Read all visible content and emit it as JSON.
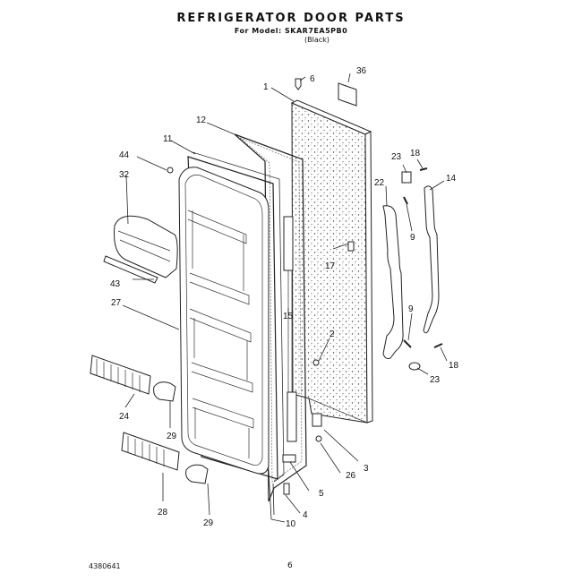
{
  "header": {
    "title": "REFRIGERATOR DOOR PARTS",
    "model": "For Model: SKAR7EA5PB0",
    "code": "(Black)"
  },
  "footer": {
    "doc_id": "4380641",
    "page": "6"
  },
  "callouts": {
    "c1": "1",
    "c2": "2",
    "c3": "3",
    "c4": "4",
    "c5": "5",
    "c6": "6",
    "c9a": "9",
    "c9b": "9",
    "c10": "10",
    "c11": "11",
    "c12": "12",
    "c14": "14",
    "c15": "15",
    "c17": "17",
    "c18a": "18",
    "c18b": "18",
    "c22": "22",
    "c23a": "23",
    "c23b": "23",
    "c24": "24",
    "c26": "26",
    "c27": "27",
    "c28": "28",
    "c29a": "29",
    "c29b": "29",
    "c32": "32",
    "c36": "36",
    "c43": "43",
    "c44": "44"
  }
}
